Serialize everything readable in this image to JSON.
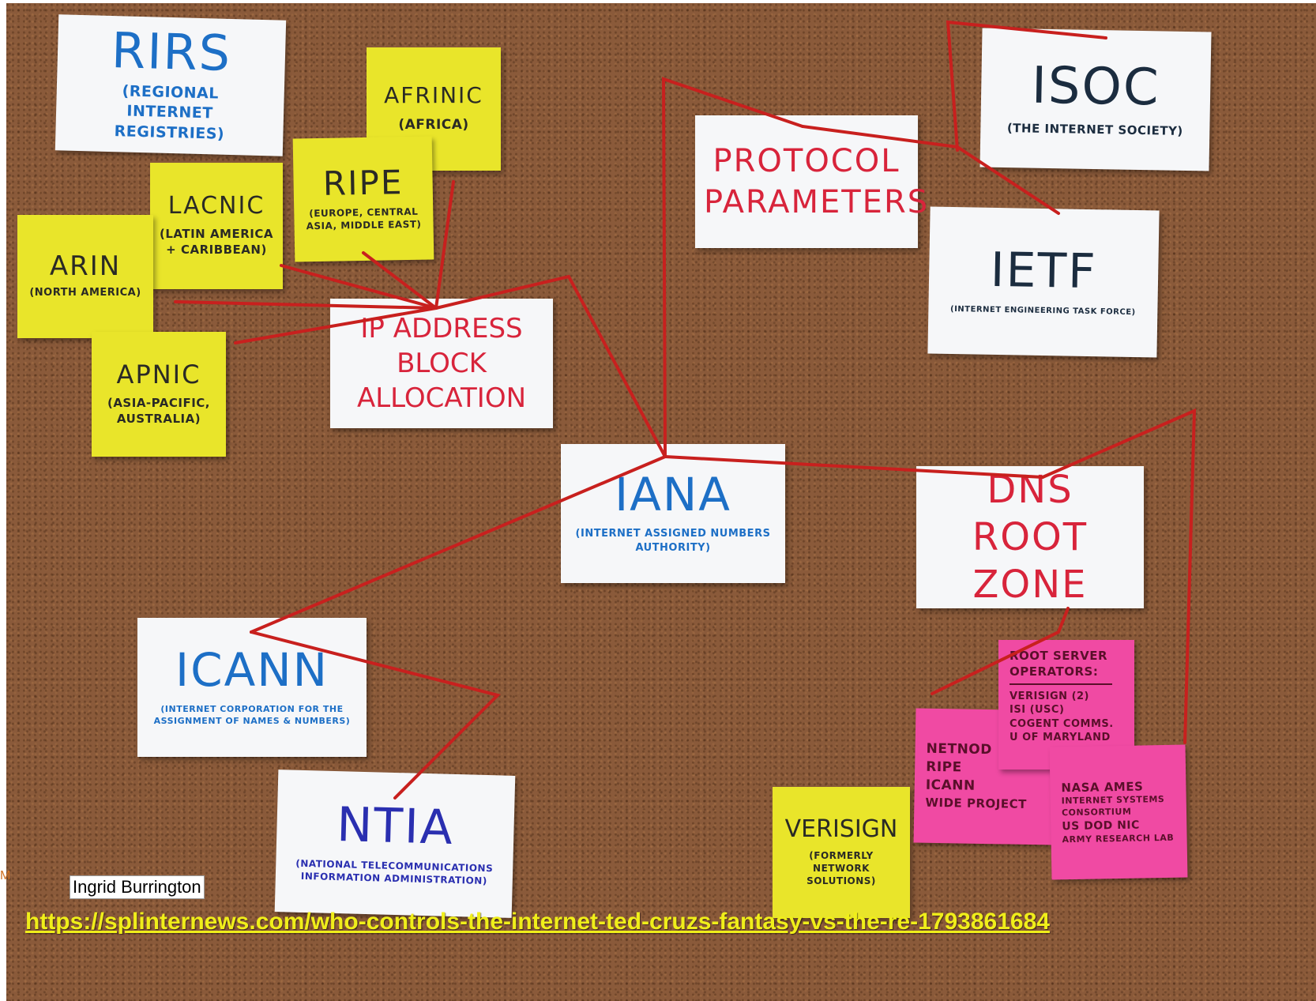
{
  "cards": {
    "rirs": {
      "title": "RIRS",
      "subtitle": "(REGIONAL INTERNET REGISTRIES)"
    },
    "afrinic": {
      "title": "AFRINIC",
      "subtitle": "(AFRICA)"
    },
    "ripe": {
      "title": "RIPE",
      "subtitle": "(EUROPE, CENTRAL ASIA, MIDDLE EAST)"
    },
    "lacnic": {
      "title": "LACNIC",
      "subtitle": "(LATIN AMERICA + CARIBBEAN)"
    },
    "arin": {
      "title": "ARIN",
      "subtitle": "(NORTH AMERICA)"
    },
    "apnic": {
      "title": "APNIC",
      "subtitle": "(ASIA-PACIFIC, AUSTRALIA)"
    },
    "ip_block": {
      "title": "IP ADDRESS BLOCK ALLOCATION"
    },
    "protocol": {
      "title": "PROTOCOL PARAMETERS"
    },
    "isoc": {
      "title": "ISOC",
      "subtitle": "(THE INTERNET SOCIETY)"
    },
    "ietf": {
      "title": "IETF",
      "subtitle": "(INTERNET ENGINEERING TASK FORCE)"
    },
    "iana": {
      "title": "IANA",
      "subtitle": "(INTERNET ASSIGNED NUMBERS AUTHORITY)"
    },
    "dns_root": {
      "title": "DNS ROOT ZONE"
    },
    "icann": {
      "title": "ICANN",
      "subtitle": "(INTERNET CORPORATION FOR THE ASSIGNMENT OF NAMES & NUMBERS)"
    },
    "ntia": {
      "title": "NTIA",
      "subtitle": "(NATIONAL TELECOMMUNICATIONS INFORMATION ADMINISTRATION)"
    },
    "verisign": {
      "title": "VERISIGN",
      "subtitle": "(FORMERLY NETWORK SOLUTIONS)"
    },
    "root_servers": {
      "title": "ROOT SERVER OPERATORS:",
      "items": [
        "VERISIGN (2)",
        "ISI (USC)",
        "COGENT COMMS.",
        "U OF MARYLAND"
      ]
    },
    "operators_left": {
      "items": [
        "NETNOD",
        "RIPE",
        "ICANN",
        "WIDE PROJECT"
      ]
    },
    "operators_right": {
      "items": [
        "NASA AMES",
        "INTERNET SYSTEMS CONSORTIUM",
        "US DOD NIC",
        "ARMY RESEARCH LAB"
      ]
    }
  },
  "credit": "Ingrid Burrington",
  "source_link": "https://splinternews.com/who-controls-the-internet-ted-cruzs-fantasy-vs-the-re-1793861684",
  "edge_mark": "M",
  "colors": {
    "cork": "#8a5a3a",
    "string": "#c8201e",
    "sticky_yellow": "#e9e52a",
    "sticky_pink": "#f04aa3",
    "index_card": "#f6f7f9",
    "link": "#f0ee1a"
  }
}
